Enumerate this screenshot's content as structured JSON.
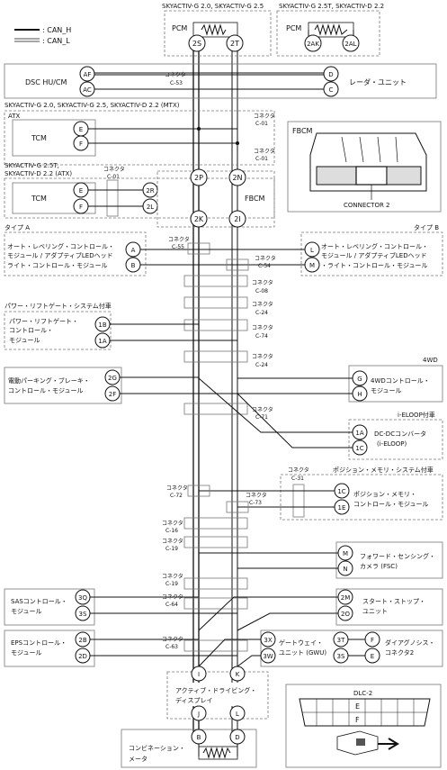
{
  "legend": {
    "can_h": ": CAN_H",
    "can_l": ": CAN_L"
  },
  "top": {
    "title_left": "SKYACTIV-G 2.0, SKYACTIV-G 2.5",
    "title_right": "SKYACTIV-G 2.5T, SKYACTIV-D 2.2",
    "pcm_left": "PCM",
    "pcm_right": "PCM",
    "t2s": "2S",
    "t2t": "2T",
    "t2ak": "2AK",
    "t2al": "2AL"
  },
  "dsc": {
    "label": "DSC HU/CM",
    "af": "AF",
    "ac": "AC",
    "conn_label": "コネクタ",
    "conn_id": "C-53",
    "radar": "レーダ・ユニット",
    "d": "D",
    "c": "C"
  },
  "atx_block": {
    "title": "SKYACTIV-G 2.0, SKYACTIV-G 2.5, SKYACTIV-D 2.2 (MTX)",
    "atx": "ATX",
    "tcm": "TCM",
    "e": "E",
    "f": "F",
    "conn1_label": "コネクタ",
    "conn1_id": "C-01",
    "conn2_label": "コネクタ",
    "conn2_id": "C-01"
  },
  "fbcm_box": {
    "title": "FBCM",
    "connector": "CONNECTOR 2"
  },
  "tcm2": {
    "title1": "SKYACTIV-G 2.5T,",
    "title2": "SKYACTIV-D 2.2 (ATX)",
    "conn_label": "コネクタ",
    "conn_id": "C-01",
    "tcm": "TCM",
    "e": "E",
    "f": "F",
    "r2": "2R",
    "l2": "2L"
  },
  "trunk": {
    "p2": "2P",
    "n2": "2N",
    "k2": "2K",
    "i2": "2I",
    "fbcm": "FBCM"
  },
  "type_a": {
    "title": "タイプ A",
    "l1": "オート・レベリング・コントロール・",
    "l2": "モジュール / アダプティブLEDヘッド",
    "l3": "ライト・コントロール・モジュール",
    "a": "A",
    "b": "B",
    "conn_label": "コネクタ",
    "conn_id": "C-55"
  },
  "type_b": {
    "title": "タイプ B",
    "l1": "オート・レベリング・コントロール・",
    "l2": "モジュール / アダプティブLEDヘッド",
    "l3": "・ライト・コントロール・モジュール",
    "l": "L",
    "m": "M",
    "conn_label": "コネクタ",
    "conn_id": "C-54"
  },
  "connectors": {
    "c08": {
      "label": "コネクタ",
      "id": "C-08"
    },
    "c24a": {
      "label": "コネクタ",
      "id": "C-24"
    },
    "c74": {
      "label": "コネクタ",
      "id": "C-74"
    },
    "c24b": {
      "label": "コネクタ",
      "id": "C-24"
    },
    "c71": {
      "label": "コネクタ",
      "id": "C-71"
    },
    "c72": {
      "label": "コネクタ",
      "id": "C-72"
    },
    "c73": {
      "label": "コネクタ",
      "id": "C-73"
    },
    "c16": {
      "label": "コネクタ",
      "id": "C-16"
    },
    "c19a": {
      "label": "コネクタ",
      "id": "C-19"
    },
    "c19b": {
      "label": "コネクタ",
      "id": "C-19"
    },
    "c64": {
      "label": "コネクタ",
      "id": "C-64"
    },
    "c63": {
      "label": "コネクタ",
      "id": "C-63"
    },
    "c31": {
      "label": "コネクタ",
      "id": "C-31"
    }
  },
  "liftgate": {
    "title": "パワー・リフトゲート・システム付車",
    "l1": "パワー・リフトゲート・",
    "l2": "コントロール・",
    "l3": "モジュール",
    "b1": "1B",
    "a1": "1A"
  },
  "epb": {
    "l1": "電動パーキング・ブレーキ・",
    "l2": "コントロール・モジュール",
    "g2": "2G",
    "f2": "2F"
  },
  "awd": {
    "title": "4WD",
    "l1": "4WDコントロール・",
    "l2": "モジュール",
    "g": "G",
    "h": "H"
  },
  "ieloop": {
    "title": "i-ELOOP付車",
    "l1": "DC-DCコンバータ",
    "l2": "(i-ELOOP)",
    "a1": "1A",
    "c1": "1C"
  },
  "memory": {
    "title": "ポジション・メモリ・システム付車",
    "l1": "ポジション・メモリ・",
    "l2": "コントロール・モジュール",
    "c1": "1C",
    "e1": "1E"
  },
  "fsc": {
    "l1": "フォワード・センシング・",
    "l2": "カメラ (FSC)",
    "m": "M",
    "n": "N"
  },
  "sas": {
    "l1": "SASコントロール・",
    "l2": "モジュール",
    "q3": "3Q",
    "s3": "3S"
  },
  "startstop": {
    "l1": "スタート・ストップ・",
    "l2": "ユニット",
    "m2": "2M",
    "o2": "2O"
  },
  "eps": {
    "l1": "EPSコントロール・",
    "l2": "モジュール",
    "b2": "2B",
    "d2": "2D"
  },
  "gwu": {
    "l1": "ゲートウェイ・",
    "l2": "ユニット (GWU)",
    "x3": "3X",
    "w3": "3W",
    "t3": "3T",
    "s3": "3S",
    "f": "F",
    "e": "E",
    "d1": "ダイアグノシス・",
    "d2": "コネクタ2"
  },
  "add": {
    "l1": "アクティブ・ドライビング・",
    "l2": "ディスプレイ",
    "i": "I",
    "k": "K",
    "j": "J",
    "l": "L"
  },
  "meter": {
    "b": "B",
    "d": "D",
    "l1": "コンビネーション・",
    "l2": "メータ"
  },
  "dlc": {
    "title": "DLC-2",
    "e": "E",
    "f": "F"
  }
}
